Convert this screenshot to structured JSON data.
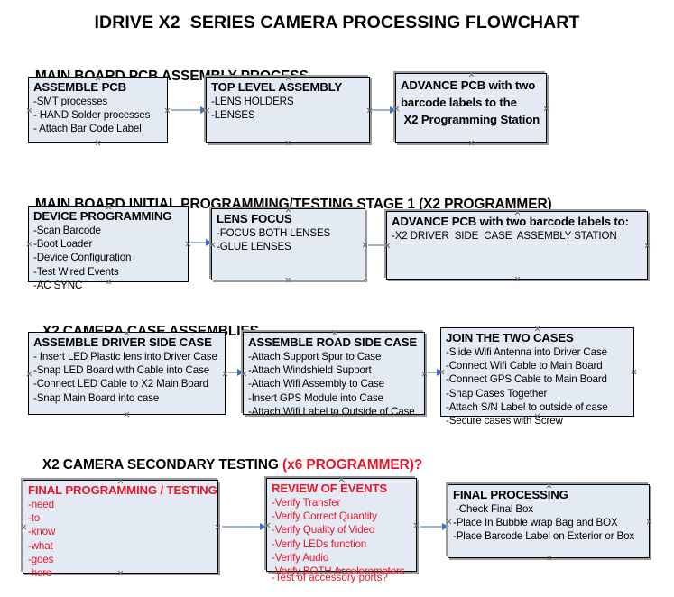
{
  "title": "IDRIVE X2  SERIES CAMERA PROCESSING FLOWCHART",
  "colors": {
    "box_fill": "#e4eaf4",
    "box_border": "#000000",
    "text": "#000000",
    "accent_red": "#e8162a",
    "connector_line": "#9fb4cd",
    "arrow_head": "#3b6ec4"
  },
  "sections": [
    {
      "heading": "MAIN BOARD PCB ASSEMBLY PROCESS",
      "heading_alt": "",
      "boxes": [
        {
          "title": "ASSEMBLE PCB",
          "lines": [
            "-SMT processes",
            "- HAND Solder processes",
            "- Attach Bar Code Label"
          ],
          "overflow_line": ""
        },
        {
          "title": "TOP LEVEL ASSEMBLY",
          "lines": [
            "-LENS HOLDERS",
            "-LENSES"
          ],
          "overflow_line": ""
        },
        {
          "title": "ADVANCE PCB with two\nbarcode labels to the\n X2 Programming Station",
          "lines": [],
          "overflow_line": ""
        }
      ]
    },
    {
      "heading": "MAIN BOARD INITIAL PROGRAMMING/TESTING STAGE 1 (X2 PROGRAMMER)",
      "heading_alt": "",
      "boxes": [
        {
          "title": "DEVICE PROGRAMMING",
          "lines": [
            "-Scan Barcode",
            "-Boot Loader",
            "-Device Configuration",
            "-Test Wired Events",
            "-AC SYNC"
          ],
          "overflow_line": ""
        },
        {
          "title": "LENS FOCUS",
          "lines": [
            "-FOCUS BOTH LENSES",
            "-GLUE LENSES"
          ],
          "overflow_line": ""
        },
        {
          "title": "ADVANCE PCB with two barcode labels to:",
          "lines": [
            "-X2 DRIVER  SIDE  CASE  ASSEMBLY STATION"
          ],
          "overflow_line": ""
        }
      ]
    },
    {
      "heading": "X2 CAMERA CASE ASSEMBLIES",
      "heading_alt": "",
      "boxes": [
        {
          "title": "ASSEMBLE DRIVER SIDE CASE",
          "lines": [
            "- Insert LED Plastic lens into Driver Case",
            "-Snap LED Board with Cable into Case",
            "-Connect LED Cable to X2 Main Board",
            "-Snap Main Board into case"
          ],
          "overflow_line": ""
        },
        {
          "title": "ASSEMBLE ROAD SIDE CASE",
          "lines": [
            "-Attach Support Spur to Case",
            "-Attach Windshield Support",
            "-Attach Wifi Assembly to Case",
            "-Insert GPS Module into Case",
            "-Attach Wifi Label to Outside of Case"
          ],
          "overflow_line": ""
        },
        {
          "title": "JOIN THE TWO CASES",
          "lines": [
            "-Slide Wifi Antenna into Driver Case",
            "-Connect Wifi Cable to Main Board",
            "-Connect GPS Cable to Main Board",
            "-Snap Cases Together",
            "-Attach S/N Label to outside of case",
            "-Secure cases with Screw"
          ],
          "overflow_line": ""
        }
      ]
    },
    {
      "heading": "X2 CAMERA SECONDARY TESTING ",
      "heading_alt": "(x6 PROGRAMMER)?",
      "boxes": [
        {
          "title": "FINAL PROGRAMMING / TESTING",
          "lines": [
            "-need",
            "-to",
            "-know",
            "-what",
            "-goes",
            "-here"
          ],
          "overflow_line": ""
        },
        {
          "title": "REVIEW OF EVENTS",
          "lines": [
            "-Verify Transfer",
            "-Verify Correct Quantity",
            "-Verify Quality of Video",
            "-Verify LEDs function",
            "-Verify Audio",
            "-Verify BOTH Accelerometers"
          ],
          "overflow_line": "-Test of accessory ports?"
        },
        {
          "title": "FINAL PROCESSING",
          "lines": [
            " -Check Final Box",
            "-Place In Bubble wrap Bag and BOX",
            "-Place Barcode Label on Exterior or Box"
          ],
          "overflow_line": ""
        }
      ]
    }
  ]
}
